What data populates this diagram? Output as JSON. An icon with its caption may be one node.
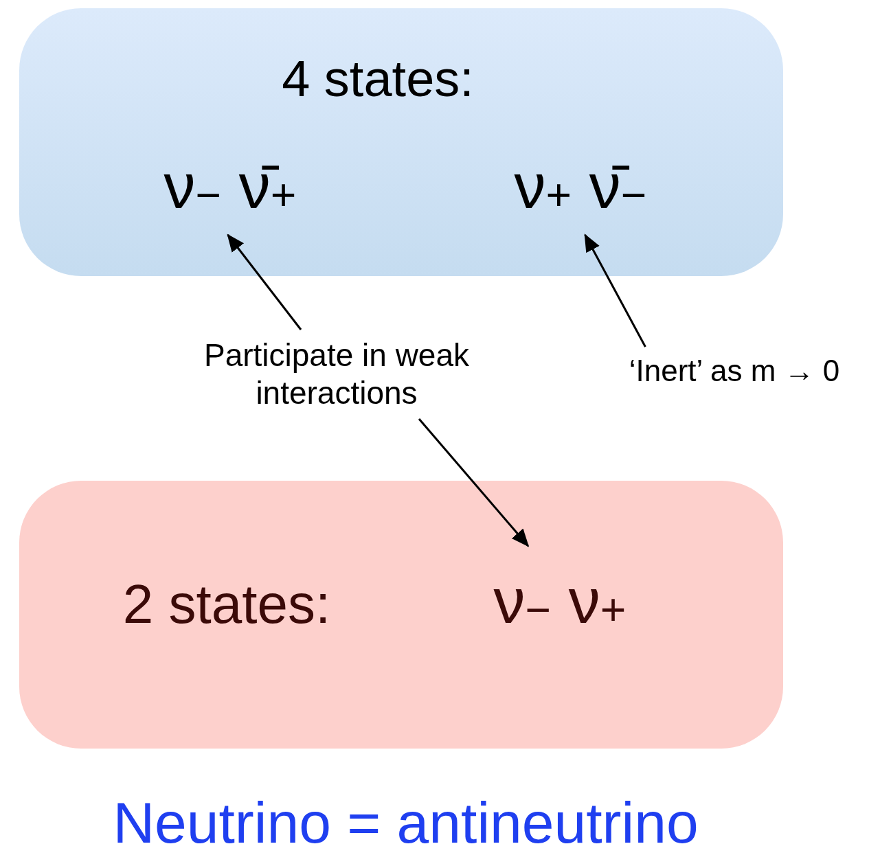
{
  "diagram": {
    "caption": "Neutrino = antineutrino",
    "nodes": [
      {
        "text": [
          "4 states:"
        ]
      },
      {
        "text": [
          "ν$_{−}$  ν̄$_{+}$"
        ],
        "in": 0
      },
      {
        "text": [
          "ν$_{+}$  ν̄$_{−}$"
        ],
        "in": 0
      },
      {
        "text": [
          "Participate in weak interactions"
        ]
      },
      {
        "text": [
          "‘Inert’  as m → 0"
        ]
      },
      {
        "text": [
          "2 states:"
        ]
      },
      {
        "text": [
          "ν$_{−}$  ν$_{+}$"
        ],
        "in": 5
      }
    ],
    "edges": [
      {
        "from": 3,
        "to": 1,
        "arrow": "to"
      },
      {
        "from": 4,
        "to": 2,
        "arrow": "to"
      },
      {
        "from": 3,
        "to": 6,
        "arrow": "to"
      }
    ]
  }
}
